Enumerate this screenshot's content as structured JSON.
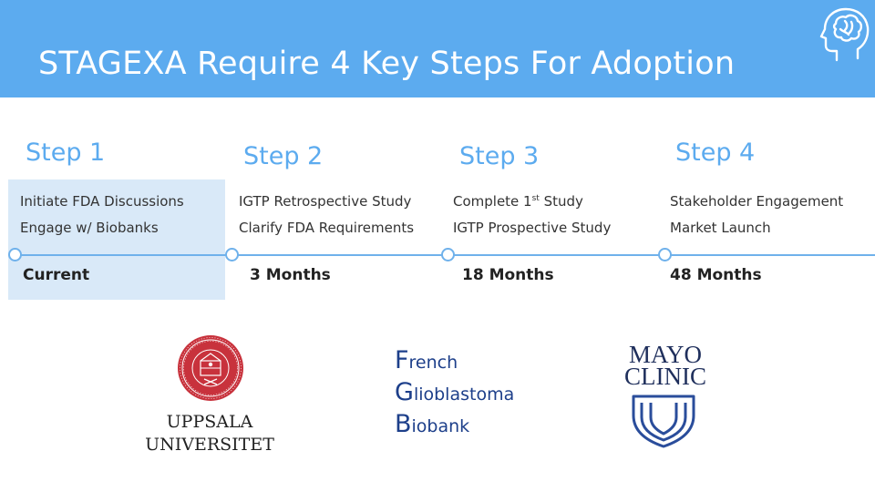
{
  "title": "STAGEXA Require 4 Key Steps For Adoption",
  "steps": [
    {
      "heading": "Step 1",
      "line1": "Initiate FDA Discussions",
      "line2": "Engage w/ Biobanks",
      "duration": "Current"
    },
    {
      "heading": "Step 2",
      "line1": "IGTP Retrospective Study",
      "line2": "Clarify FDA Requirements",
      "duration": "3 Months"
    },
    {
      "heading": "Step 3",
      "line1_pre": "Complete 1",
      "line1_sup": "st",
      "line1_post": " Study",
      "line2": "IGTP Prospective Study",
      "duration": "18 Months"
    },
    {
      "heading": "Step 4",
      "line1": "Stakeholder Engagement",
      "line2": "Market Launch",
      "duration": "48 Months"
    }
  ],
  "logos": {
    "uppsala": {
      "line1": "UPPSALA",
      "line2": "UNIVERSITET"
    },
    "fgb": {
      "line1_cap": "F",
      "line1_rest": "rench",
      "line2_cap": "G",
      "line2_rest": "lioblastoma",
      "line3_cap": "B",
      "line3_rest": "iobank"
    },
    "mayo": {
      "line1": "MAYO",
      "line2": "CLINIC"
    }
  },
  "icons": {
    "header": "brain-head-icon"
  },
  "colors": {
    "header": "#5cabef",
    "accent": "#5cabef",
    "current_highlight": "#d9e9f8",
    "fgb_blue": "#1d3f8a",
    "mayo_navy": "#1f2f5c",
    "uppsala_red": "#c8323c"
  }
}
